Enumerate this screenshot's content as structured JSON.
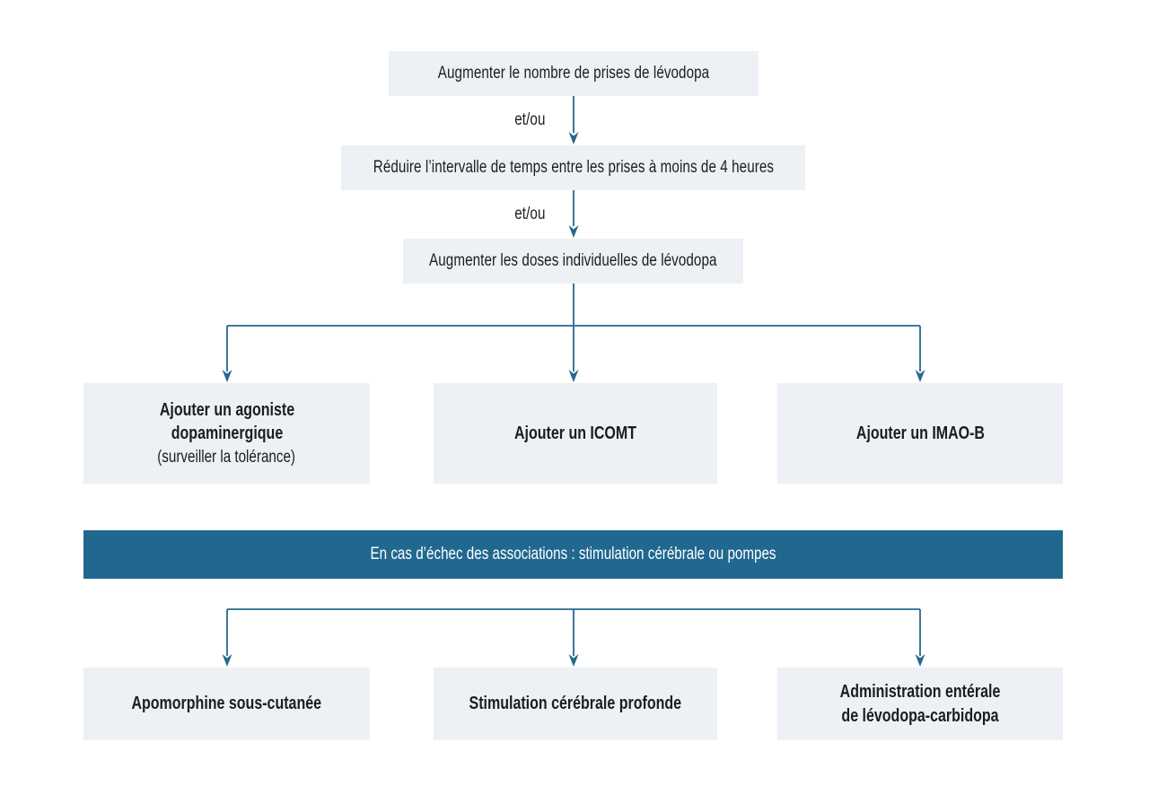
{
  "colors": {
    "background": "#ffffff",
    "node_fill": "#edf0f4",
    "banner_fill": "#20688f",
    "connector_line": "#26688e",
    "text": "#1d1d1b",
    "banner_text": "#ffffff"
  },
  "steps": [
    {
      "label": "Augmenter le nombre de prises de lévodopa"
    },
    {
      "label": "Réduire l’intervalle de temps entre les prises à moins de 4 heures"
    },
    {
      "label": "Augmenter les doses individuelles de lévodopa"
    }
  ],
  "connectors": [
    {
      "label": "et/ou"
    },
    {
      "label": "et/ou"
    }
  ],
  "add_on_options": [
    {
      "title": "Ajouter un agoniste dopaminergique",
      "note": "(surveiller la tolérance)"
    },
    {
      "title": "Ajouter un ICOMT"
    },
    {
      "title": "Ajouter un IMAO-B"
    }
  ],
  "escalation_banner": {
    "label": "En cas d’échec des associations : stimulation cérébrale ou pompes"
  },
  "advanced_therapies": [
    {
      "title": "Apomorphine sous-cutanée"
    },
    {
      "title": "Stimulation cérébrale profonde"
    },
    {
      "title": "Administration entérale de lévodopa-carbidopa"
    }
  ]
}
